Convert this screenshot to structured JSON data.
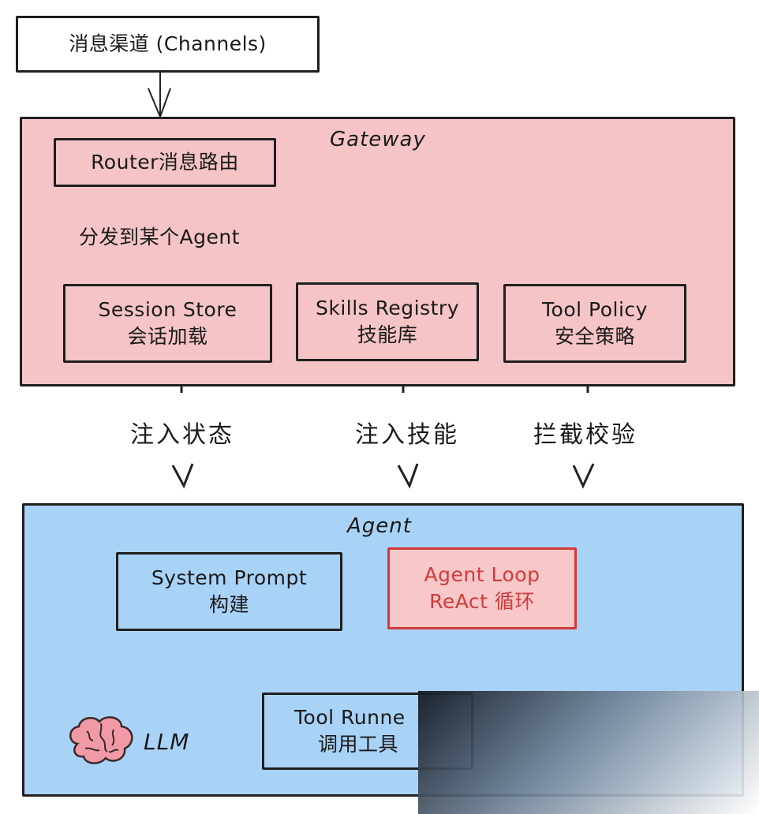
{
  "channels": {
    "label": "消息渠道 (Channels)"
  },
  "gateway": {
    "title": "Gateway",
    "router": {
      "label": "Router消息路由"
    },
    "dispatch_label": "分发到某个Agent",
    "session_store": {
      "line1": "Session Store",
      "line2": "会话加载"
    },
    "skills_registry": {
      "line1": "Skills Registry",
      "line2": "技能库"
    },
    "tool_policy": {
      "line1": "Tool Policy",
      "line2": "安全策略"
    }
  },
  "connectors": {
    "inject_state": "注入状态",
    "inject_skills": "注入技能",
    "intercept_check": "拦截校验"
  },
  "agent": {
    "title": "Agent",
    "system_prompt": {
      "line1": "System Prompt",
      "line2": "构建"
    },
    "agent_loop": {
      "line1": "Agent Loop",
      "line2": "ReAct 循环"
    },
    "tool_runner": {
      "line1": "Tool Runne",
      "line2": "调用工具"
    },
    "llm": {
      "label": "LLM",
      "icon": "brain-icon"
    }
  },
  "colors": {
    "gateway_fill": "#f4c4c6",
    "agent_fill": "#a9d2f7",
    "loop_fill": "#f8c7c8",
    "loop_text": "#d23a3a",
    "brain": "#f19aa6"
  }
}
